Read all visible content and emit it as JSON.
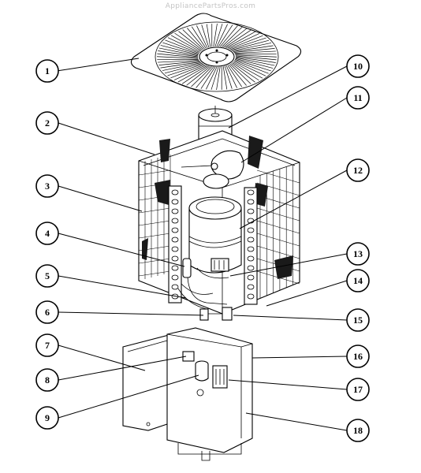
{
  "watermark": "AppliancePartsPros.com",
  "callouts": [
    {
      "id": "callout-1",
      "label": "1"
    },
    {
      "id": "callout-2",
      "label": "2"
    },
    {
      "id": "callout-3",
      "label": "3"
    },
    {
      "id": "callout-4",
      "label": "4"
    },
    {
      "id": "callout-5",
      "label": "5"
    },
    {
      "id": "callout-6",
      "label": "6"
    },
    {
      "id": "callout-7",
      "label": "7"
    },
    {
      "id": "callout-8",
      "label": "8"
    },
    {
      "id": "callout-9",
      "label": "9"
    },
    {
      "id": "callout-10",
      "label": "10"
    },
    {
      "id": "callout-11",
      "label": "11"
    },
    {
      "id": "callout-12",
      "label": "12"
    },
    {
      "id": "callout-13",
      "label": "13"
    },
    {
      "id": "callout-14",
      "label": "14"
    },
    {
      "id": "callout-15",
      "label": "15"
    },
    {
      "id": "callout-16",
      "label": "16"
    },
    {
      "id": "callout-17",
      "label": "17"
    },
    {
      "id": "callout-18",
      "label": "18"
    }
  ]
}
